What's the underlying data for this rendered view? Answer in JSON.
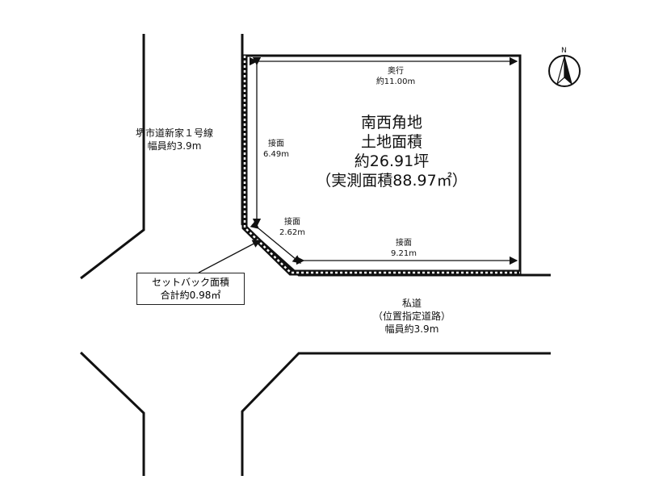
{
  "land": {
    "title": "南西角地",
    "area_label": "土地面積",
    "area_tsubo": "約26.91坪",
    "area_measured": "（実測面積88.97㎡）"
  },
  "depth": {
    "label": "奥行",
    "value": "約11.00m"
  },
  "frontages": [
    {
      "label": "接面",
      "value": "6.49m"
    },
    {
      "label": "接面",
      "value": "2.62m"
    },
    {
      "label": "接面",
      "value": "9.21m"
    }
  ],
  "road_left": {
    "name": "堺市道新家１号線",
    "width": "幅員約3.9m"
  },
  "road_bottom": {
    "name": "私道",
    "type": "（位置指定道路）",
    "width": "幅員約3.9m"
  },
  "setback": {
    "line1": "セットバック面積",
    "line2": "合計約0.98㎡"
  },
  "compass": {
    "label": "N"
  },
  "colors": {
    "line": "#111111",
    "background": "#ffffff"
  }
}
